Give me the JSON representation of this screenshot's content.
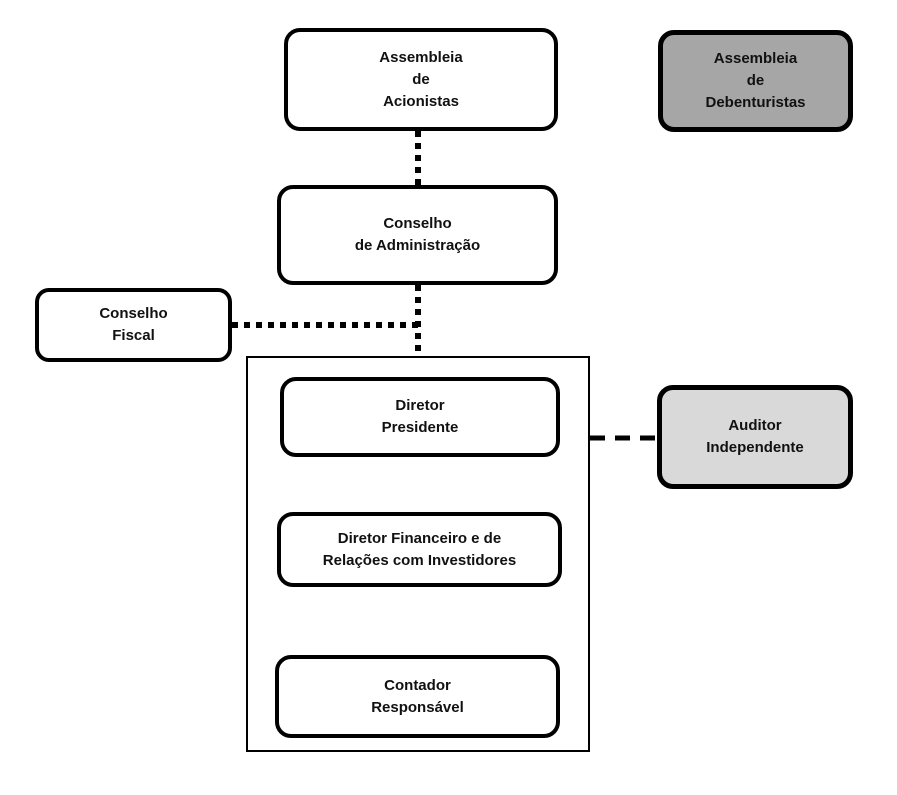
{
  "diagram": {
    "type": "org-chart",
    "nodes": {
      "assembleia_acionistas": {
        "label": "Assembleia\nde\nAcionistas",
        "fill": "#ffffff"
      },
      "assembleia_debenturistas": {
        "label": "Assembleia\nde\nDebenturistas",
        "fill": "#a6a6a6"
      },
      "conselho_administracao": {
        "label": "Conselho\nde Administração",
        "fill": "#ffffff"
      },
      "conselho_fiscal": {
        "label": "Conselho\nFiscal",
        "fill": "#ffffff"
      },
      "diretor_presidente": {
        "label": "Diretor\nPresidente",
        "fill": "#ffffff"
      },
      "auditor_independente": {
        "label": "Auditor\nIndependente",
        "fill": "#d9d9d9"
      },
      "diretor_financeiro": {
        "label": "Diretor Financeiro e de\nRelações com Investidores",
        "fill": "#ffffff"
      },
      "contador_responsavel": {
        "label": "Contador\nResponsável",
        "fill": "#ffffff"
      }
    },
    "edges": [
      {
        "from": "assembleia_acionistas",
        "to": "conselho_administracao",
        "style": "dotted"
      },
      {
        "from": "conselho_fiscal",
        "to": "conselho_administracao",
        "style": "dotted"
      },
      {
        "from": "conselho_administracao",
        "to": "diretoria_group",
        "style": "dotted"
      },
      {
        "from": "diretor_presidente",
        "to": "diretor_financeiro",
        "style": "dotted"
      },
      {
        "from": "diretor_financeiro",
        "to": "contador_responsavel",
        "style": "dotted"
      },
      {
        "from": "diretoria_group",
        "to": "auditor_independente",
        "style": "dashed"
      }
    ],
    "colors": {
      "border": "#000000",
      "background": "#ffffff",
      "gray_medium": "#a6a6a6",
      "gray_light": "#d9d9d9",
      "text": "#111111"
    }
  }
}
